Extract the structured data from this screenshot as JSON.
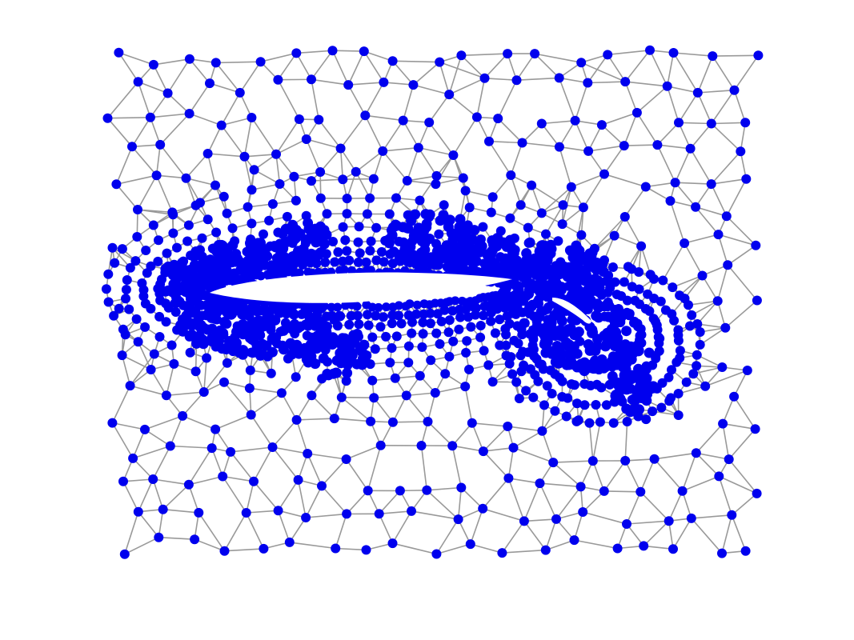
{
  "graph": {
    "description_kind": "mesh-graph",
    "node_color": "#0000ee",
    "edge_color": "#999999",
    "background_color": "#ffffff",
    "shapes": [
      "main-airfoil",
      "trailing-flap"
    ]
  }
}
